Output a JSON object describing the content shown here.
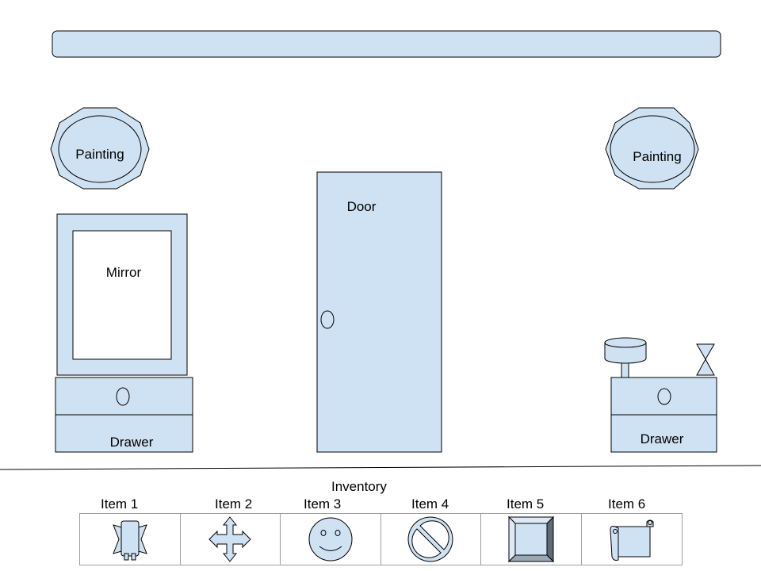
{
  "room": {
    "left_painting_label": "Painting",
    "right_painting_label": "Painting",
    "mirror_label": "Mirror",
    "door_label": "Door",
    "left_drawer_label": "Drawer",
    "right_drawer_label": "Drawer"
  },
  "inventory": {
    "title": "Inventory",
    "items": [
      {
        "label": "Item 1",
        "icon": "hourglass-cylinder-icon"
      },
      {
        "label": "Item 2",
        "icon": "four-way-arrow-icon"
      },
      {
        "label": "Item 3",
        "icon": "smiley-face-icon"
      },
      {
        "label": "Item 4",
        "icon": "no-symbol-icon"
      },
      {
        "label": "Item 5",
        "icon": "bevel-square-icon"
      },
      {
        "label": "Item 6",
        "icon": "scroll-icon"
      }
    ]
  },
  "colors": {
    "fill": "#cfe2f3",
    "stroke": "#000000",
    "grid": "#9e9e9e"
  }
}
